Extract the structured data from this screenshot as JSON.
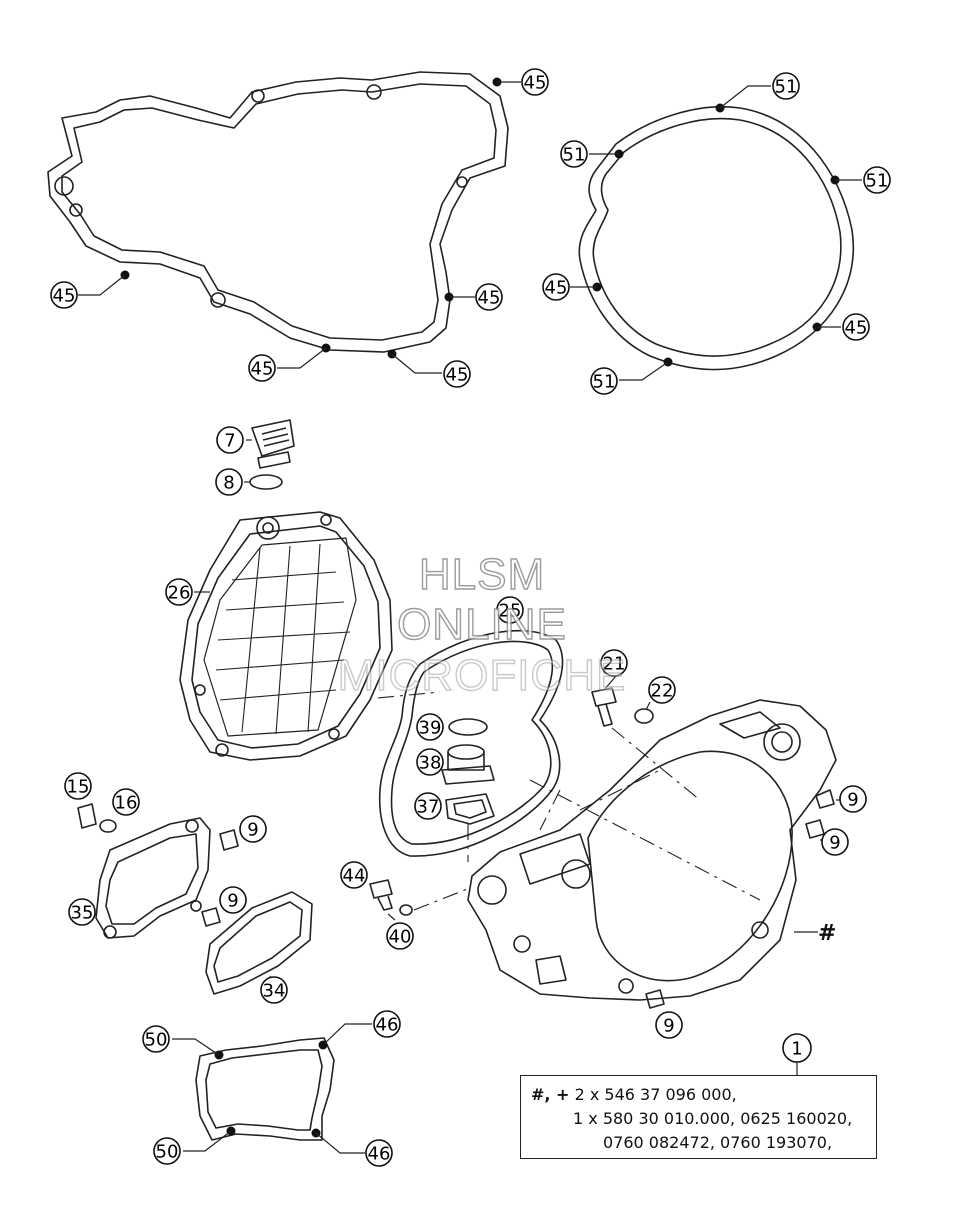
{
  "watermark": {
    "line1": "HLSM",
    "line2": "ONLINE",
    "line3": "MICROFICHE"
  },
  "kit_box": {
    "symbols": "#, +",
    "line1_rest": "2 x 546 37 096 000,",
    "line2": "1 x 580 30 010.000, 0625 160020,",
    "line3": "0760 082472, 0760 193070,"
  },
  "hash_marker": "#",
  "callouts": [
    "45",
    "45",
    "45",
    "45",
    "45",
    "51",
    "51",
    "51",
    "45",
    "45",
    "51",
    "7",
    "8",
    "26",
    "25",
    "21",
    "22",
    "39",
    "38",
    "37",
    "15",
    "16",
    "9",
    "9",
    "9",
    "9",
    "35",
    "44",
    "40",
    "34",
    "9",
    "50",
    "46",
    "50",
    "46",
    "1"
  ]
}
